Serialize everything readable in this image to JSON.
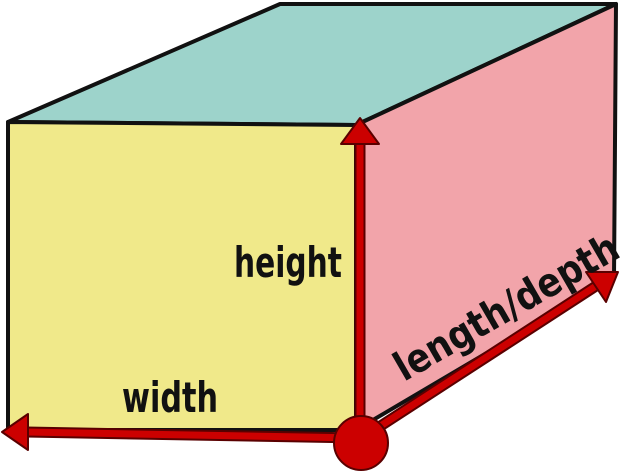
{
  "labels": {
    "height": "height",
    "width": "width",
    "length": "length/depth"
  },
  "colors": {
    "front_face": "#F0E98A",
    "top_face": "#9DD3CB",
    "side_face": "#F2A4AA",
    "outline": "#111111",
    "arrow": "#CC0000",
    "arrow_outline": "#5A0000",
    "origin_dot": "#CC0000"
  },
  "shape": "rectangular prism"
}
